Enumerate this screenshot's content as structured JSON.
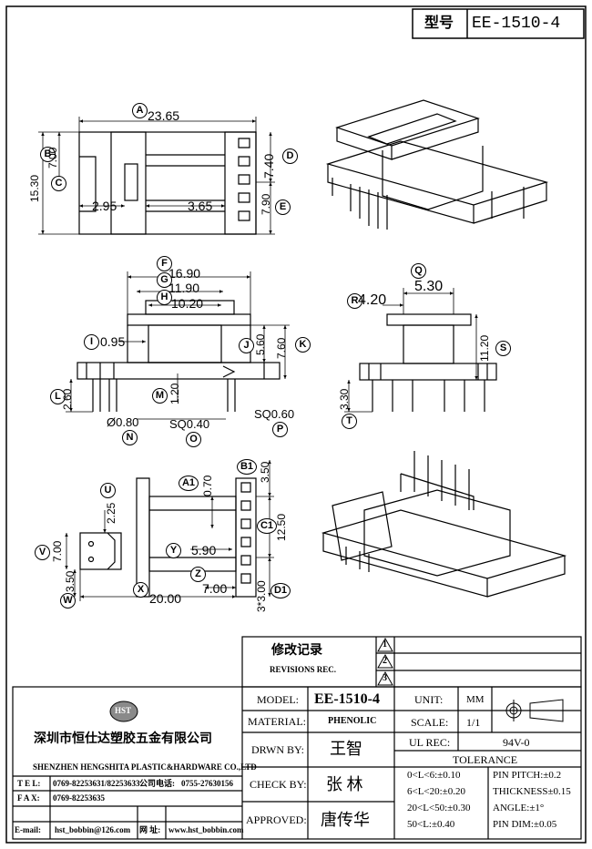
{
  "title_box": {
    "label": "型号",
    "part_no": "EE-1510-4"
  },
  "top_view": {
    "dims": {
      "A": "23.65",
      "B": "7.00",
      "C": "15.30",
      "D": "7.40",
      "E": "7.90",
      "h1": "2.95",
      "h2": "3.65"
    }
  },
  "front_view": {
    "dims": {
      "F": "16.90",
      "G": "11.90",
      "H": "10.20",
      "I": "0.95",
      "J": "5.60",
      "K": "7.60",
      "L": "2.60",
      "M": "1.20",
      "N": "Ø0.80",
      "O": "SQ0.40",
      "P": "SQ0.60"
    }
  },
  "side_view": {
    "dims": {
      "Q": "5.30",
      "R": "4.20",
      "S": "11.20",
      "T": "3.30"
    }
  },
  "bottom_view": {
    "dims": {
      "U": "2.25",
      "V": "7.00",
      "W": "3.50",
      "X": "20.00",
      "Y": "5.90",
      "Z": "7.00",
      "A1": "0.70",
      "B1": "3.50",
      "C1": "12.50",
      "D1": "3*3.00"
    }
  },
  "letters": [
    "A",
    "B",
    "C",
    "D",
    "E",
    "F",
    "G",
    "H",
    "I",
    "J",
    "K",
    "L",
    "M",
    "N",
    "O",
    "P",
    "Q",
    "R",
    "S",
    "T",
    "U",
    "V",
    "W",
    "X",
    "Y",
    "Z",
    "A1",
    "B1",
    "C1",
    "D1"
  ],
  "revisions": {
    "title": "修改记录",
    "subtitle": "REVISIONS REC.",
    "marks": [
      "1",
      "2",
      "3"
    ]
  },
  "company": {
    "logo": "HST",
    "name_cn": "深圳市恒仕达塑胶五金有限公司",
    "name_en": "SHENZHEN HENGSHITA PLASTIC&HARDWARE CO.,LTD",
    "tel_label": "T E L:",
    "tel": "0769-82253631/82253633",
    "phone_label": "公司电话:",
    "phone": "0755-27630156",
    "fax_label": "F A X:",
    "fax": "0769-82253635",
    "email_label": "E-mail:",
    "email": "hst_bobbin@126.com",
    "web_label": "网 址:",
    "web": "www.hst_bobbin.com"
  },
  "spec": {
    "model_label": "MODEL:",
    "model": "EE-1510-4",
    "material_label": "MATERIAL:",
    "material": "PHENOLIC",
    "drawn_label": "DRWN BY:",
    "drawn": "王智",
    "check_label": "CHECK BY:",
    "check": "张  林",
    "approved_label": "APPROVED:",
    "approved": "唐传华",
    "unit_label": "UNIT:",
    "unit": "MM",
    "scale_label": "SCALE:",
    "scale": "1/1",
    "ul_label": "UL REC:",
    "ul": "94V-0",
    "tolerance_label": "TOLERANCE",
    "tol_left": [
      "0<L<6:±0.10",
      "6<L<20:±0.20",
      "20<L<50:±0.30",
      "50<L:±0.40"
    ],
    "tol_right": [
      "PIN PITCH:±0.2",
      "THICKNESS±0.15",
      "ANGLE:±1°",
      "PIN DIM:±0.05"
    ]
  }
}
